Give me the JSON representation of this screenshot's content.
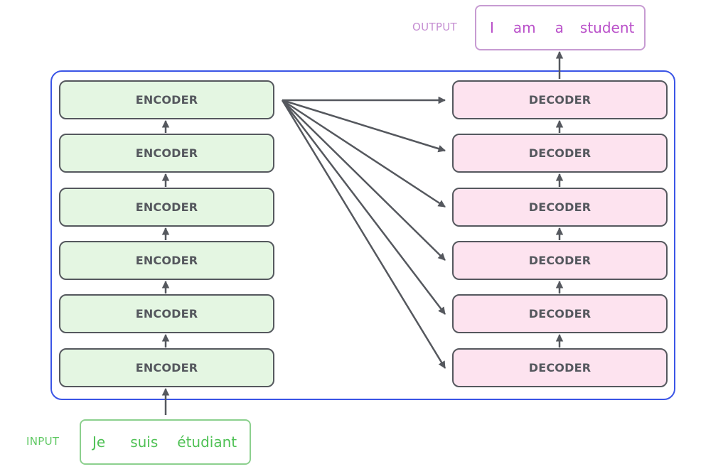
{
  "encoder_stack": {
    "label": "ENCODER",
    "layers": [
      "ENCODER",
      "ENCODER",
      "ENCODER",
      "ENCODER",
      "ENCODER",
      "ENCODER"
    ]
  },
  "decoder_stack": {
    "label": "DECODER",
    "layers": [
      "DECODER",
      "DECODER",
      "DECODER",
      "DECODER",
      "DECODER",
      "DECODER"
    ]
  },
  "input": {
    "label": "INPUT",
    "tokens": [
      "Je",
      "suis",
      "étudiant"
    ]
  },
  "output": {
    "label": "OUTPUT",
    "tokens": [
      "I",
      "am",
      "a",
      "student"
    ]
  },
  "colors": {
    "frame": "#3b55e6",
    "encoder_fill": "#e4f6e2",
    "decoder_fill": "#fde3ef",
    "block_border": "#55585e",
    "input_text": "#4fc155",
    "output_text": "#b94fc9"
  }
}
